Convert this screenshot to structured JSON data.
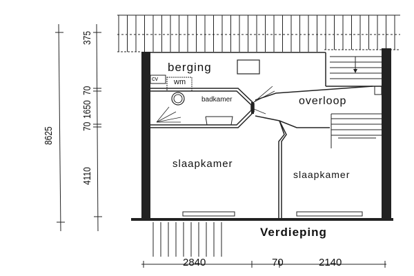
{
  "rooms": {
    "berging": "berging",
    "badkamer": "badkamer",
    "overloop": "overloop",
    "slaapkamer_left": "slaapkamer",
    "slaapkamer_right": "slaapkamer"
  },
  "fixtures": {
    "cv": "cv",
    "wm": "wm"
  },
  "title": "Verdieping",
  "dimensions": {
    "total_vertical": "8625",
    "vertical": [
      "375",
      "70",
      "1650",
      "70",
      "4110"
    ],
    "horizontal": [
      "2840",
      "70",
      "2140"
    ]
  }
}
